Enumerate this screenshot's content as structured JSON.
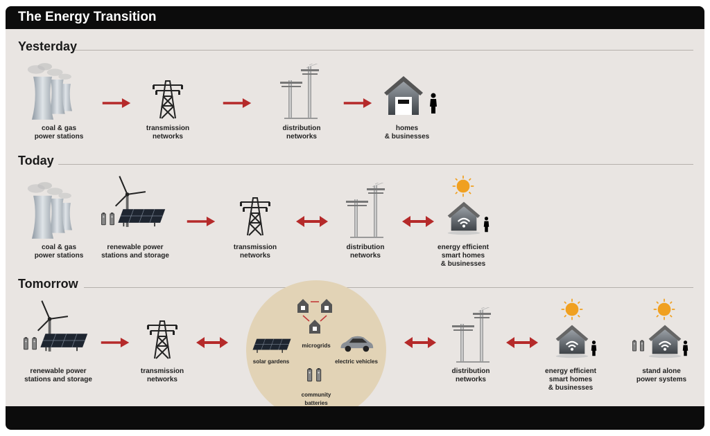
{
  "title": "The Energy Transition",
  "sections": {
    "yesterday": {
      "heading": "Yesterday",
      "labels": [
        "coal & gas\npower stations",
        "transmission\nnetworks",
        "distribution\nnetworks",
        "homes\n& businesses"
      ]
    },
    "today": {
      "heading": "Today",
      "labels": [
        "coal & gas\npower stations",
        "renewable power\nstations and storage",
        "transmission\nnetworks",
        "distribution\nnetworks",
        "energy efficient\nsmart homes\n& businesses"
      ]
    },
    "tomorrow": {
      "heading": "Tomorrow",
      "labels": [
        "renewable power\nstations and storage",
        "transmission\nnetworks",
        "distribution\nnetworks",
        "energy efficient\nsmart homes\n& businesses",
        "stand alone\npower systems"
      ],
      "circle_labels": {
        "microgrids": "microgrids",
        "solar_gardens": "solar gardens",
        "electric_vehicles": "electric vehicles",
        "community_batteries": "community\nbatteries"
      }
    }
  },
  "colors": {
    "arrow": "#b52a2a",
    "sun": "#f0a020",
    "circle": "#e2d3b6",
    "bar": "#0c0c0c"
  }
}
